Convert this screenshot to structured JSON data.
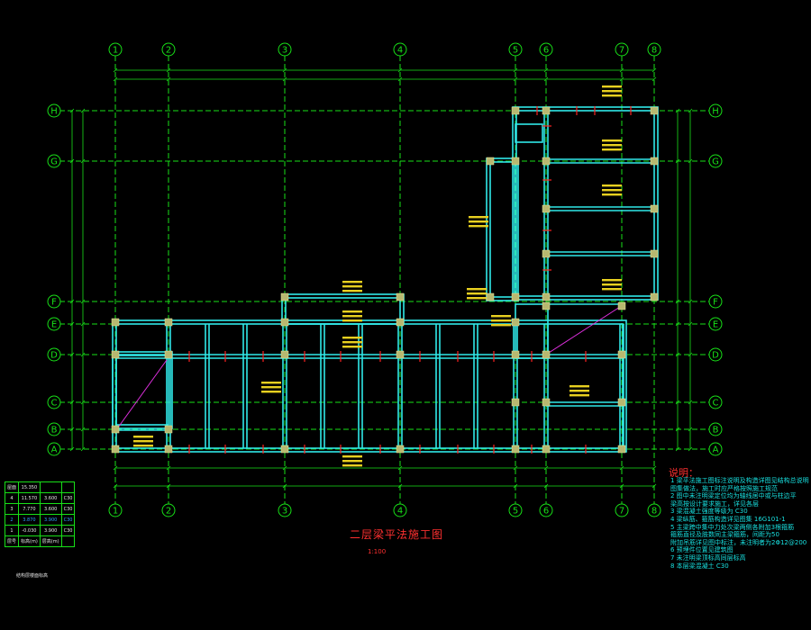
{
  "drawing": {
    "title": "二层梁平法施工图",
    "scale": "1:100"
  },
  "axes": {
    "vertical": [
      {
        "label": "1"
      },
      {
        "label": "2"
      },
      {
        "label": "3"
      },
      {
        "label": "4"
      },
      {
        "label": "5"
      },
      {
        "label": "6"
      },
      {
        "label": "7"
      },
      {
        "label": "8"
      }
    ],
    "horizontal": [
      {
        "label": "H"
      },
      {
        "label": "G"
      },
      {
        "label": "F"
      },
      {
        "label": "E"
      },
      {
        "label": "D"
      },
      {
        "label": "C"
      },
      {
        "label": "B"
      },
      {
        "label": "A"
      }
    ]
  },
  "notes": {
    "title": "说明：",
    "items": [
      "1  梁平法施工图标注说明及构造详图见结构总说明",
      "   图集做法，施工时应严格按照施工规范",
      "2  图中未注明梁定位均为轴线居中或与柱边平",
      "   梁高按设计要求施工，详见各层",
      "3  梁混凝土强度等级为 C30",
      "4  梁纵筋、箍筋构造详见图集 16G101-1",
      "5  主梁跨中集中力处次梁两侧各附加3根箍筋",
      "   箍筋直径及肢数同主梁箍筋，间距为50",
      "   附加吊筋详见图中标注，未注明者为2Φ12@200",
      "6  预埋件位置见建筑图",
      "7  未注明梁顶标高同层标高",
      "8  本层梁混凝土 C30"
    ]
  },
  "level_table": {
    "rows": [
      {
        "c1": "屋面",
        "c2": "15.350",
        "c3": "",
        "c4": "",
        "highlight": false
      },
      {
        "c1": "4",
        "c2": "11.570",
        "c3": "3.600",
        "c4": "C30",
        "highlight": false
      },
      {
        "c1": "3",
        "c2": "7.770",
        "c3": "3.600",
        "c4": "C30",
        "highlight": false
      },
      {
        "c1": "2",
        "c2": "3.870",
        "c3": "3.900",
        "c4": "C30",
        "highlight": true
      },
      {
        "c1": "1",
        "c2": "-0.030",
        "c3": "3.900",
        "c4": "C30",
        "highlight": false
      },
      {
        "c1": "层号",
        "c2": "标高(m)",
        "c3": "层高(m)",
        "c4": "",
        "highlight": false
      }
    ],
    "caption": "结构层楼面标高"
  },
  "colors": {
    "grid": "#18e018",
    "beam": "#30e8e8",
    "column": "#b8b870",
    "rebar": "#ff2020",
    "annotation": "#e8d020"
  }
}
